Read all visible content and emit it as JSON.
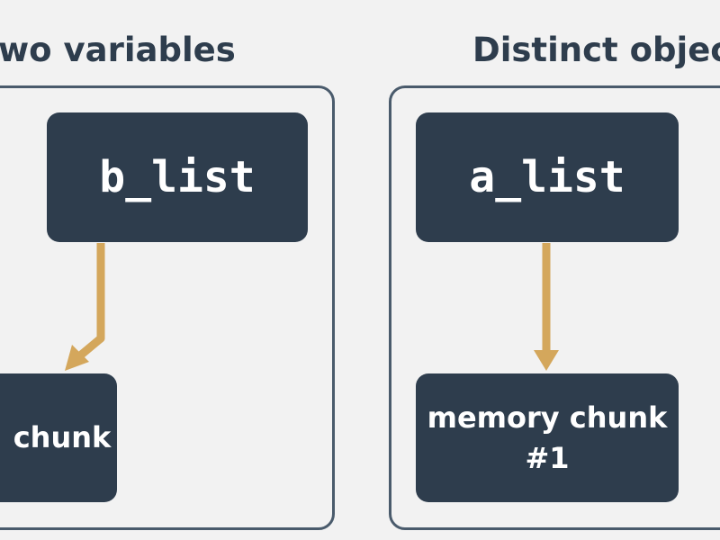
{
  "panels": {
    "left": {
      "title": "wo variables",
      "variable_label": "b_list",
      "memory_label": "chunk"
    },
    "right": {
      "title": "Distinct object",
      "variable_label": "a_list",
      "memory_line1": "memory chunk",
      "memory_line2": "#1"
    }
  },
  "colors": {
    "background": "#f2f2f2",
    "box_fill": "#2e3d4d",
    "panel_border": "#4a5b6c",
    "arrow": "#d4a75c",
    "title_text": "#2e3d4d"
  }
}
